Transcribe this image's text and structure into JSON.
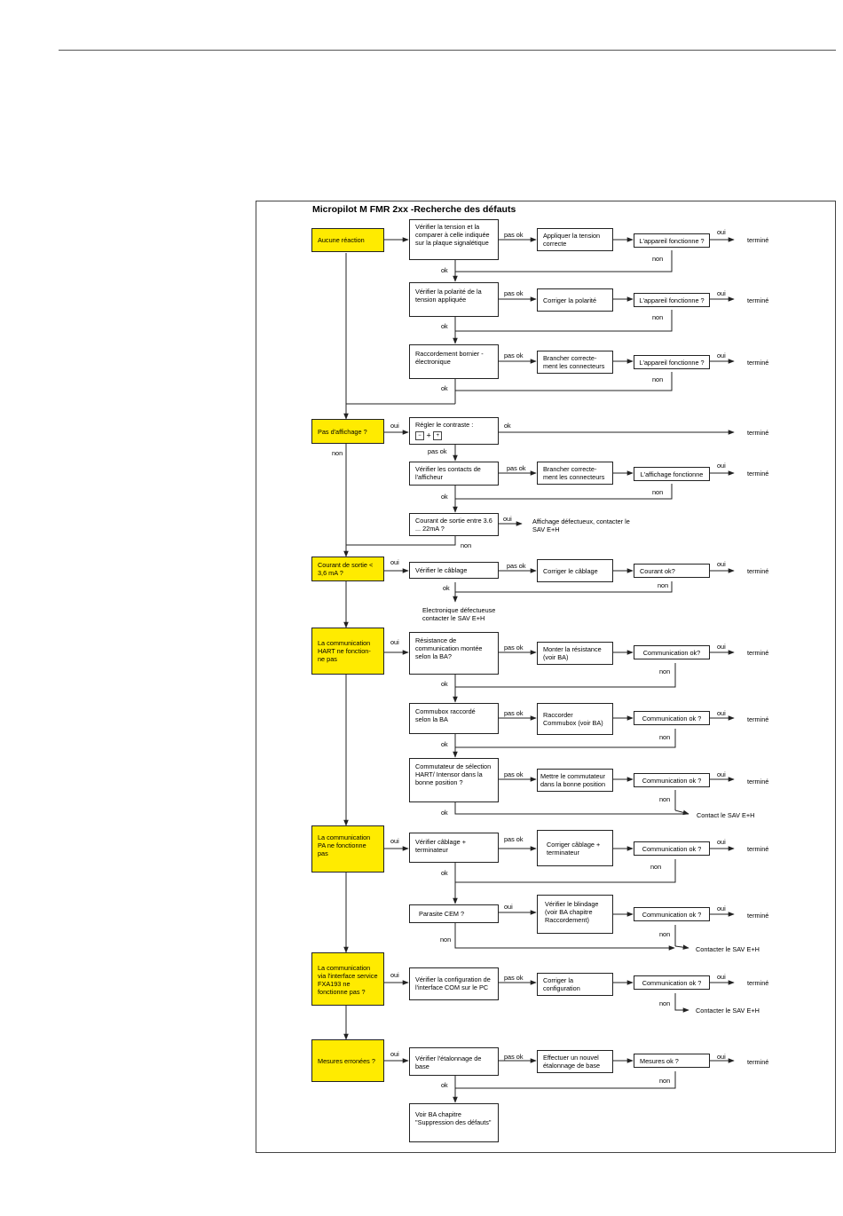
{
  "title": "Micropilot M FMR 2xx -Recherche des défauts",
  "colors": {
    "highlight": "#ffeb00",
    "line": "#222222"
  },
  "start": [
    {
      "id": "s1",
      "text": "Aucune réaction",
      "yes": "",
      "no": ""
    },
    {
      "id": "s2",
      "text": "Pas d'affichage ?",
      "yes": "oui",
      "no": "non"
    },
    {
      "id": "s3",
      "text": "Courant de sortie < 3,6 mA ?",
      "yes": "oui",
      "no": ""
    },
    {
      "id": "s4",
      "text": "La communication HART ne fonction- ne pas",
      "yes": "oui",
      "no": ""
    },
    {
      "id": "s5",
      "text": "La communication PA ne fonctionne pas",
      "yes": "oui",
      "no": ""
    },
    {
      "id": "s6",
      "text": "La communication via l'interface service FXA193 ne fonctionne pas ?",
      "yes": "oui",
      "no": ""
    },
    {
      "id": "s7",
      "text": "Mesures erronées ?",
      "yes": "oui",
      "no": ""
    }
  ],
  "rows": [
    {
      "check": "Vérifier la tension et la comparer à celle indiquée sur la plaque signalétique",
      "branch": "pas ok",
      "action": "Appliquer la tension correcte",
      "test": "L'appareil fonctionne ?",
      "yes": "oui",
      "result": "terminé",
      "no": "non",
      "ok": "ok"
    },
    {
      "check": "Vérifier la polarité de la tension appliquée",
      "branch": "pas ok",
      "action": "Corriger la polarité",
      "test": "L'appareil fonctionne ?",
      "yes": "oui",
      "result": "terminé",
      "no": "non",
      "ok": "ok"
    },
    {
      "check": "Raccordement bornier - électronique",
      "branch": "pas ok",
      "action": "Brancher correcte- ment les connecteurs",
      "test": "L'appareil fonctionne ?",
      "yes": "oui",
      "result": "terminé",
      "no": "non",
      "ok": "ok"
    },
    {
      "check": "Régler le contraste :",
      "branch": "ok",
      "result": "terminé",
      "ok": "pas ok",
      "keys": [
        "−",
        "+",
        "+"
      ]
    },
    {
      "check": "Vérifier les contacts de l'afficheur",
      "branch": "pas ok",
      "action": "Brancher correcte- ment les connecteurs",
      "test": "L'affichage fonctionne",
      "yes": "oui",
      "result": "terminé",
      "no": "non",
      "ok": "ok"
    },
    {
      "check": "Courant de sortie entre 3.6 ... 22mA ?",
      "branch": "oui",
      "note": "Affichage défectueux, contacter le SAV E+H",
      "no": "non"
    },
    {
      "check": "Vérifier le câblage",
      "branch": "pas ok",
      "action": "Corriger le câblage",
      "test": "Courant ok?",
      "yes": "oui",
      "result": "terminé",
      "no": "non",
      "ok": "ok",
      "note": "Electronique défectueuse contacter le SAV E+H"
    },
    {
      "check": "Résistance de communication montée selon la BA?",
      "branch": "pas ok",
      "action": "Monter la résistance (voir BA)",
      "test": "Communication ok?",
      "yes": "oui",
      "result": "terminé",
      "no": "non",
      "ok": "ok"
    },
    {
      "check": "Commubox raccordé selon la BA",
      "branch": "pas ok",
      "action": "Raccorder Commubox (voir BA)",
      "test": "Communication ok ?",
      "yes": "oui",
      "result": "terminé",
      "no": "non",
      "ok": "ok"
    },
    {
      "check": "Commutateur de sélection HART/ Intensor dans la bonne position ?",
      "branch": "pas ok",
      "action": "Mettre le commutateur dans la bonne position",
      "test": "Communication ok ?",
      "yes": "oui",
      "result": "terminé",
      "no": "non",
      "ok": "ok",
      "note": "Contact le SAV E+H"
    },
    {
      "check": "Vérifier câblage + terminateur",
      "branch": "pas ok",
      "action": "Corriger câblage + terminateur",
      "test": "Communication ok ?",
      "yes": "oui",
      "result": "terminé",
      "no": "non",
      "ok": "ok"
    },
    {
      "check": "Parasite CEM ?",
      "branch": "oui",
      "action": "Vérifier le blindage (voir BA chapitre Raccordement)",
      "test": "Communication ok ?",
      "yes": "oui",
      "result": "terminé",
      "no": "non",
      "ok": "non",
      "note": "Contacter le SAV E+H"
    },
    {
      "check": "Vérifier la configuration de l'interface COM sur le PC",
      "branch": "pas ok",
      "action": "Corriger la configuration",
      "test": "Communication ok ?",
      "yes": "oui",
      "result": "terminé",
      "no": "non",
      "note": "Contacter le SAV E+H"
    },
    {
      "check": "Vérifier l'étalonnage de base",
      "branch": "pas ok",
      "action": "Effectuer un nouvel étalonnage de base",
      "test": "Mesures ok ?",
      "yes": "oui",
      "result": "terminé",
      "no": "non",
      "ok": "ok"
    },
    {
      "check": "Voir BA chapitre \"Suppression des défauts\""
    }
  ]
}
